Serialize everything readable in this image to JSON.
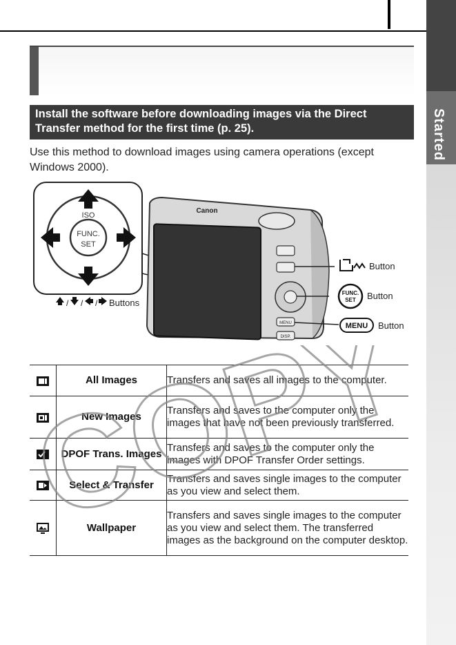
{
  "page": {
    "side_tab_label": "Started"
  },
  "notice": {
    "text": "Install the software before downloading images via the Direct Transfer method for the first time (p. 25)."
  },
  "intro": {
    "text": "Use this method to download images using camera operations (except Windows 2000)."
  },
  "illustration": {
    "camera_brand": "Canon",
    "dial_center_line1": "FUNC.",
    "dial_center_line2": "SET",
    "dial_top_label": "ISO",
    "arrows_caption": "Buttons",
    "print_share_label": "Button",
    "func_set_label": "Button",
    "func_set_icon_line1": "FUNC.",
    "func_set_icon_line2": "SET",
    "menu_label": "Button",
    "menu_icon_text": "MENU",
    "camera_button_menu": "MENU",
    "camera_button_disp": "DISP."
  },
  "modes": [
    {
      "icon": "all-images-icon",
      "name": "All Images",
      "desc": "Transfers and saves all images to the computer."
    },
    {
      "icon": "new-images-icon",
      "name": "New Images",
      "desc": "Transfers and saves to the computer only the images that have not been previously transferred."
    },
    {
      "icon": "dpof-trans-icon",
      "name": "DPOF Trans. Images",
      "desc": "Transfers and saves to the computer only the images with DPOF Transfer Order settings."
    },
    {
      "icon": "select-transfer-icon",
      "name": "Select & Transfer",
      "desc": "Transfers and saves single images to the computer as you view and select them."
    },
    {
      "icon": "wallpaper-icon",
      "name": "Wallpaper",
      "desc": "Transfers and saves single images to the computer as you view and select them. The transferred images as the background on the computer desktop."
    }
  ],
  "watermark": {
    "text": "COPY"
  }
}
